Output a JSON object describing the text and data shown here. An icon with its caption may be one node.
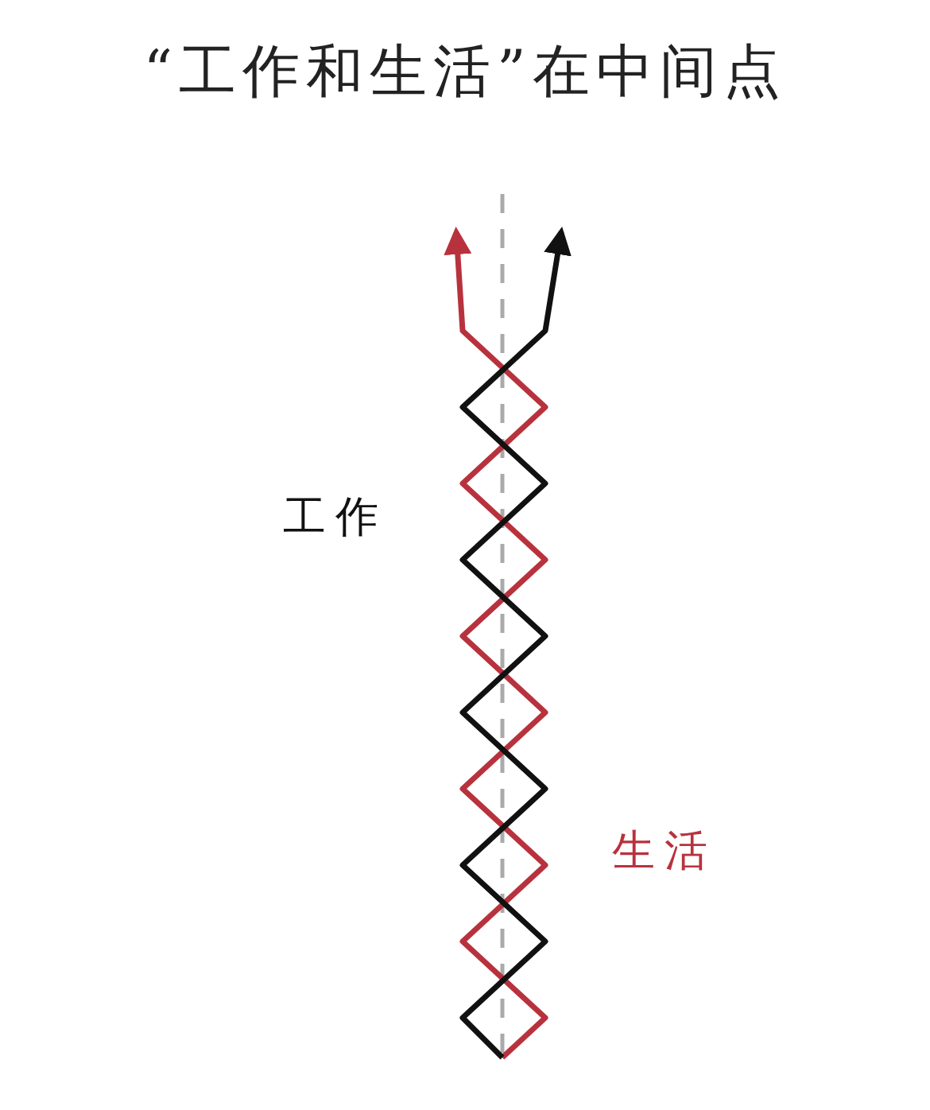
{
  "diagram": {
    "title": "“工作和生活”在中间点",
    "labels": [
      "工作",
      "生活"
    ]
  }
}
